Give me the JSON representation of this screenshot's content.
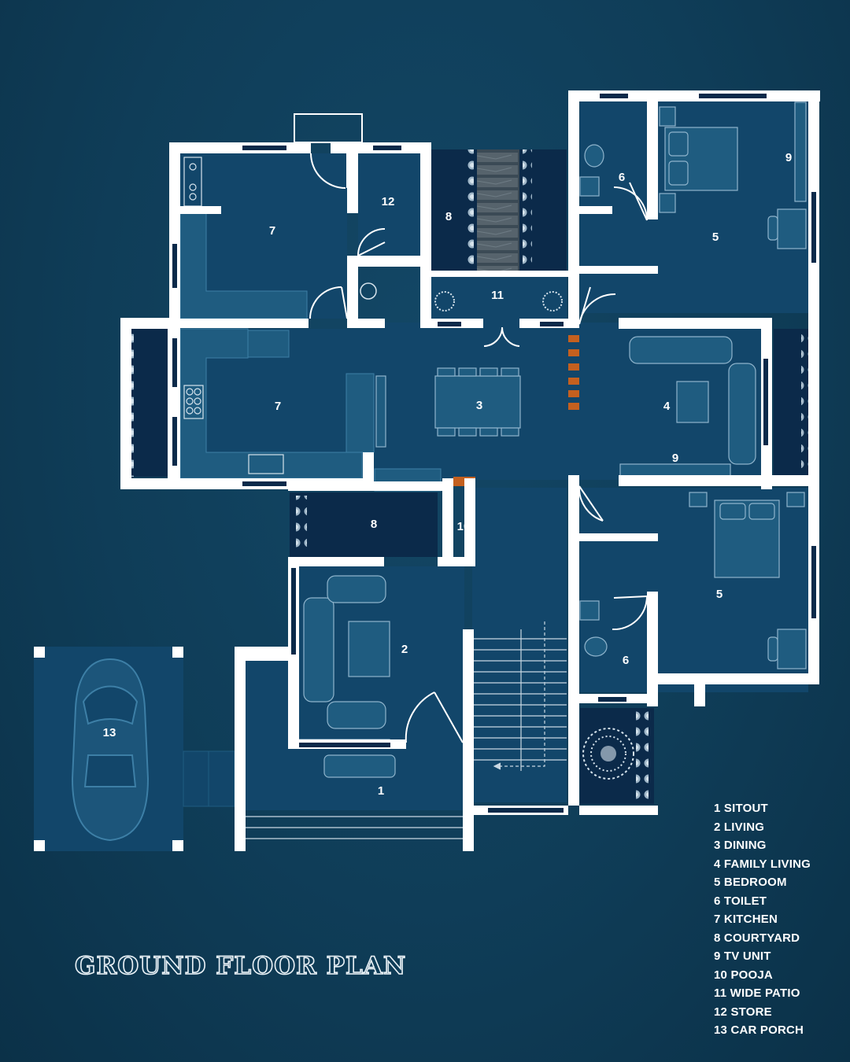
{
  "title": "GROUND FLOOR PLAN",
  "colors": {
    "background": "#0f3d58",
    "room_fill": "#12466a",
    "counter_fill": "#1f5c80",
    "wall": "#ffffff",
    "courtyard": "#0b2a4a",
    "accent_divider": "#c4601f"
  },
  "room_numbers": [
    {
      "id": "sitout",
      "label": "1"
    },
    {
      "id": "living",
      "label": "2"
    },
    {
      "id": "dining",
      "label": "3"
    },
    {
      "id": "family-living",
      "label": "4"
    },
    {
      "id": "bedroom-1",
      "label": "5"
    },
    {
      "id": "bedroom-2",
      "label": "5"
    },
    {
      "id": "toilet-1",
      "label": "6"
    },
    {
      "id": "toilet-2",
      "label": "6"
    },
    {
      "id": "kitchen-1",
      "label": "7"
    },
    {
      "id": "kitchen-2",
      "label": "7"
    },
    {
      "id": "courtyard-1",
      "label": "8"
    },
    {
      "id": "courtyard-2",
      "label": "8"
    },
    {
      "id": "tv-unit-1",
      "label": "9"
    },
    {
      "id": "tv-unit-2",
      "label": "9"
    },
    {
      "id": "pooja",
      "label": "10"
    },
    {
      "id": "wide-patio",
      "label": "11"
    },
    {
      "id": "store",
      "label": "12"
    },
    {
      "id": "car-porch",
      "label": "13"
    }
  ],
  "legend": [
    "1 SITOUT",
    "2 LIVING",
    "3 DINING",
    "4 FAMILY LIVING",
    "5 BEDROOM",
    "6 TOILET",
    "7 KITCHEN",
    "8 COURTYARD",
    "9 TV UNIT",
    "10 POOJA",
    "11 WIDE PATIO",
    "12 STORE",
    "13 CAR PORCH"
  ]
}
